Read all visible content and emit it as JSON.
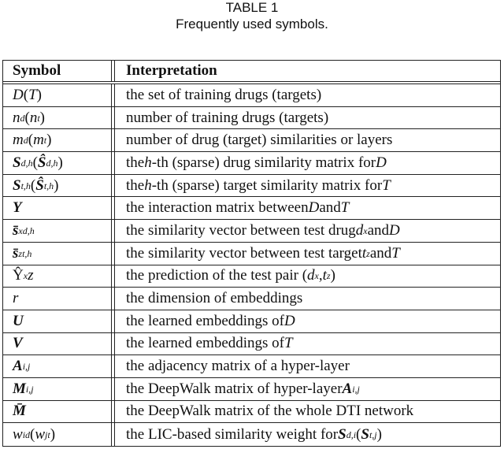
{
  "caption": {
    "number": "TABLE 1",
    "title": "Frequently used symbols."
  },
  "table": {
    "headers": {
      "symbol": "Symbol",
      "interpretation": "Interpretation"
    },
    "rows": [
      {
        "symbol": "D (T)",
        "interpretation": "the set of training drugs (targets)"
      },
      {
        "symbol": "n_d (n_t)",
        "interpretation": "number of training drugs (targets)"
      },
      {
        "symbol": "m_d (m_t)",
        "interpretation": "number of drug (target) similarities or layers"
      },
      {
        "symbol": "S^{d,h}(Ŝ^{d,h})",
        "interpretation": "the h-th (sparse) drug similarity matrix for D"
      },
      {
        "symbol": "S^{t,h}(Ŝ^{t,h})",
        "interpretation": "the h-th (sparse) target similarity matrix for T"
      },
      {
        "symbol": "Y",
        "interpretation": "the interaction matrix between D and T"
      },
      {
        "symbol": "s̄_x^{d,h}",
        "interpretation": "the similarity vector between test drug d_x and D"
      },
      {
        "symbol": "s̄_z^{t,h}",
        "interpretation": "the similarity vector between test target t_z and T"
      },
      {
        "symbol": "Ŷ_xz",
        "interpretation": "the prediction of the test pair (d_x,t_z)"
      },
      {
        "symbol": "r",
        "interpretation": "the dimension of embeddings"
      },
      {
        "symbol": "U",
        "interpretation": "the learned embeddings of D"
      },
      {
        "symbol": "V",
        "interpretation": "the learned embeddings of T"
      },
      {
        "symbol": "A^{i,j}",
        "interpretation": "the adjacency matrix of a hyper-layer"
      },
      {
        "symbol": "M^{i,j}",
        "interpretation": "the DeepWalk matrix of hyper-layer A^{i,j}"
      },
      {
        "symbol": "M̄",
        "interpretation": "the DeepWalk matrix of the whole DTI network"
      },
      {
        "symbol": "w_i^d (w_j^t)",
        "interpretation": "the LIC-based similarity weight for S^{d,i} (S^{t,j})"
      }
    ]
  }
}
